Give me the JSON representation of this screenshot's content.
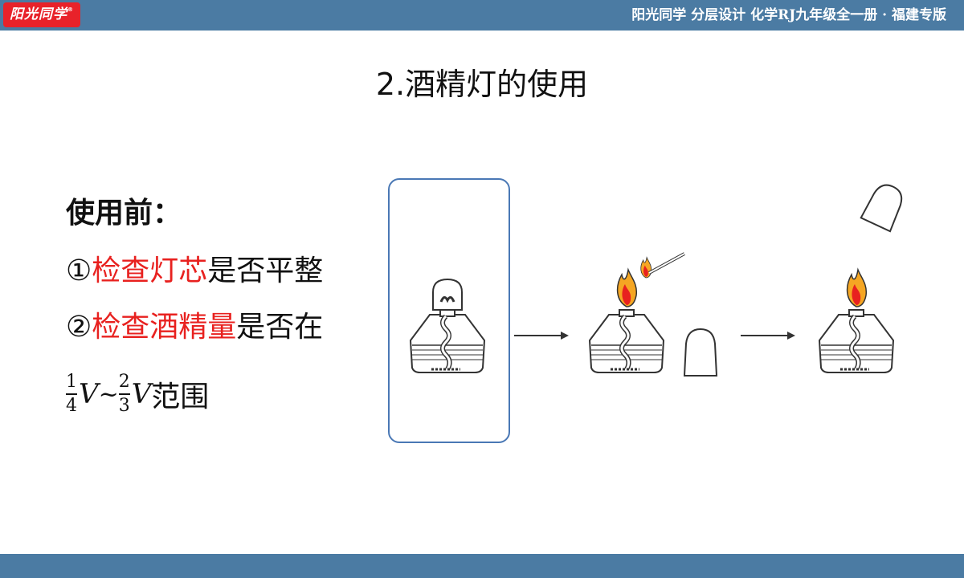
{
  "header": {
    "logo_text": "阳光同学",
    "logo_mark": "®",
    "right_text": "阳光同学  分层设计  化学RJ九年级全一册 · 福建专版"
  },
  "title": "2.酒精灯的使用",
  "content": {
    "before_label": "使用前：",
    "item1": {
      "num": "①",
      "red": "检查灯芯",
      "rest": "是否平整"
    },
    "item2": {
      "num": "②",
      "red": "检查酒精量",
      "rest": "是否在"
    },
    "range": {
      "frac1_num": "1",
      "frac1_den": "4",
      "var": "V",
      "tilde": "~",
      "frac2_num": "2",
      "frac2_den": "3",
      "suffix": "范围"
    }
  },
  "colors": {
    "bar": "#4b7ba3",
    "accent_red": "#e8211f",
    "box_border": "#4a78b5"
  },
  "illustration": {
    "icons": [
      "capped-alcohol-lamp-icon",
      "arrow-right-icon",
      "lighting-alcohol-lamp-icon",
      "lamp-cap-icon",
      "arrow-right-icon",
      "lit-alcohol-lamp-icon"
    ]
  }
}
